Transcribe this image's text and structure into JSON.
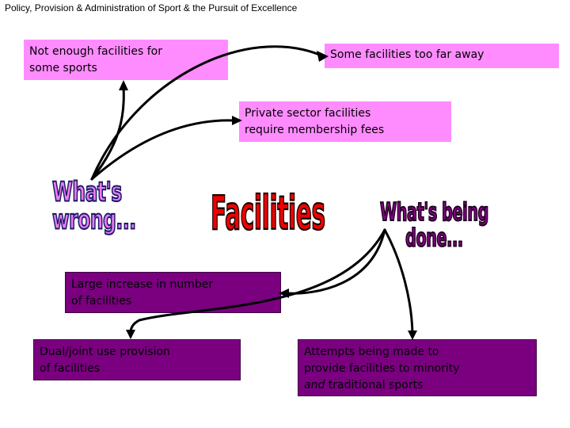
{
  "header": {
    "title": "Policy, Provision & Administration of Sport & the Pursuit of Excellence"
  },
  "headings": {
    "whats_wrong": [
      "What's",
      "wrong..."
    ],
    "facilities": "Facilities",
    "being_done": [
      "What's being",
      "done..."
    ]
  },
  "problems": {
    "not_enough": [
      "Not enough facilities for",
      "some sports"
    ],
    "too_far": "Some facilities too far away",
    "membership": [
      "Private sector facilities",
      "require membership fees"
    ]
  },
  "actions": {
    "large_increase": [
      "Large increase in number",
      "of facilities"
    ],
    "dual_use": [
      "Dual/joint use provision",
      "of facilities"
    ],
    "minority": {
      "line1": "Attempts being made to",
      "line2": "provide facilities to minority",
      "line3_em": "and",
      "line3_rest": " traditional sports"
    }
  },
  "colors": {
    "problem_box": "#ff8cff",
    "action_box": "#7a0080",
    "facilities_text": "#f00000",
    "whats_wrong_text": "#ee7aee",
    "being_done_text": "#800080"
  }
}
